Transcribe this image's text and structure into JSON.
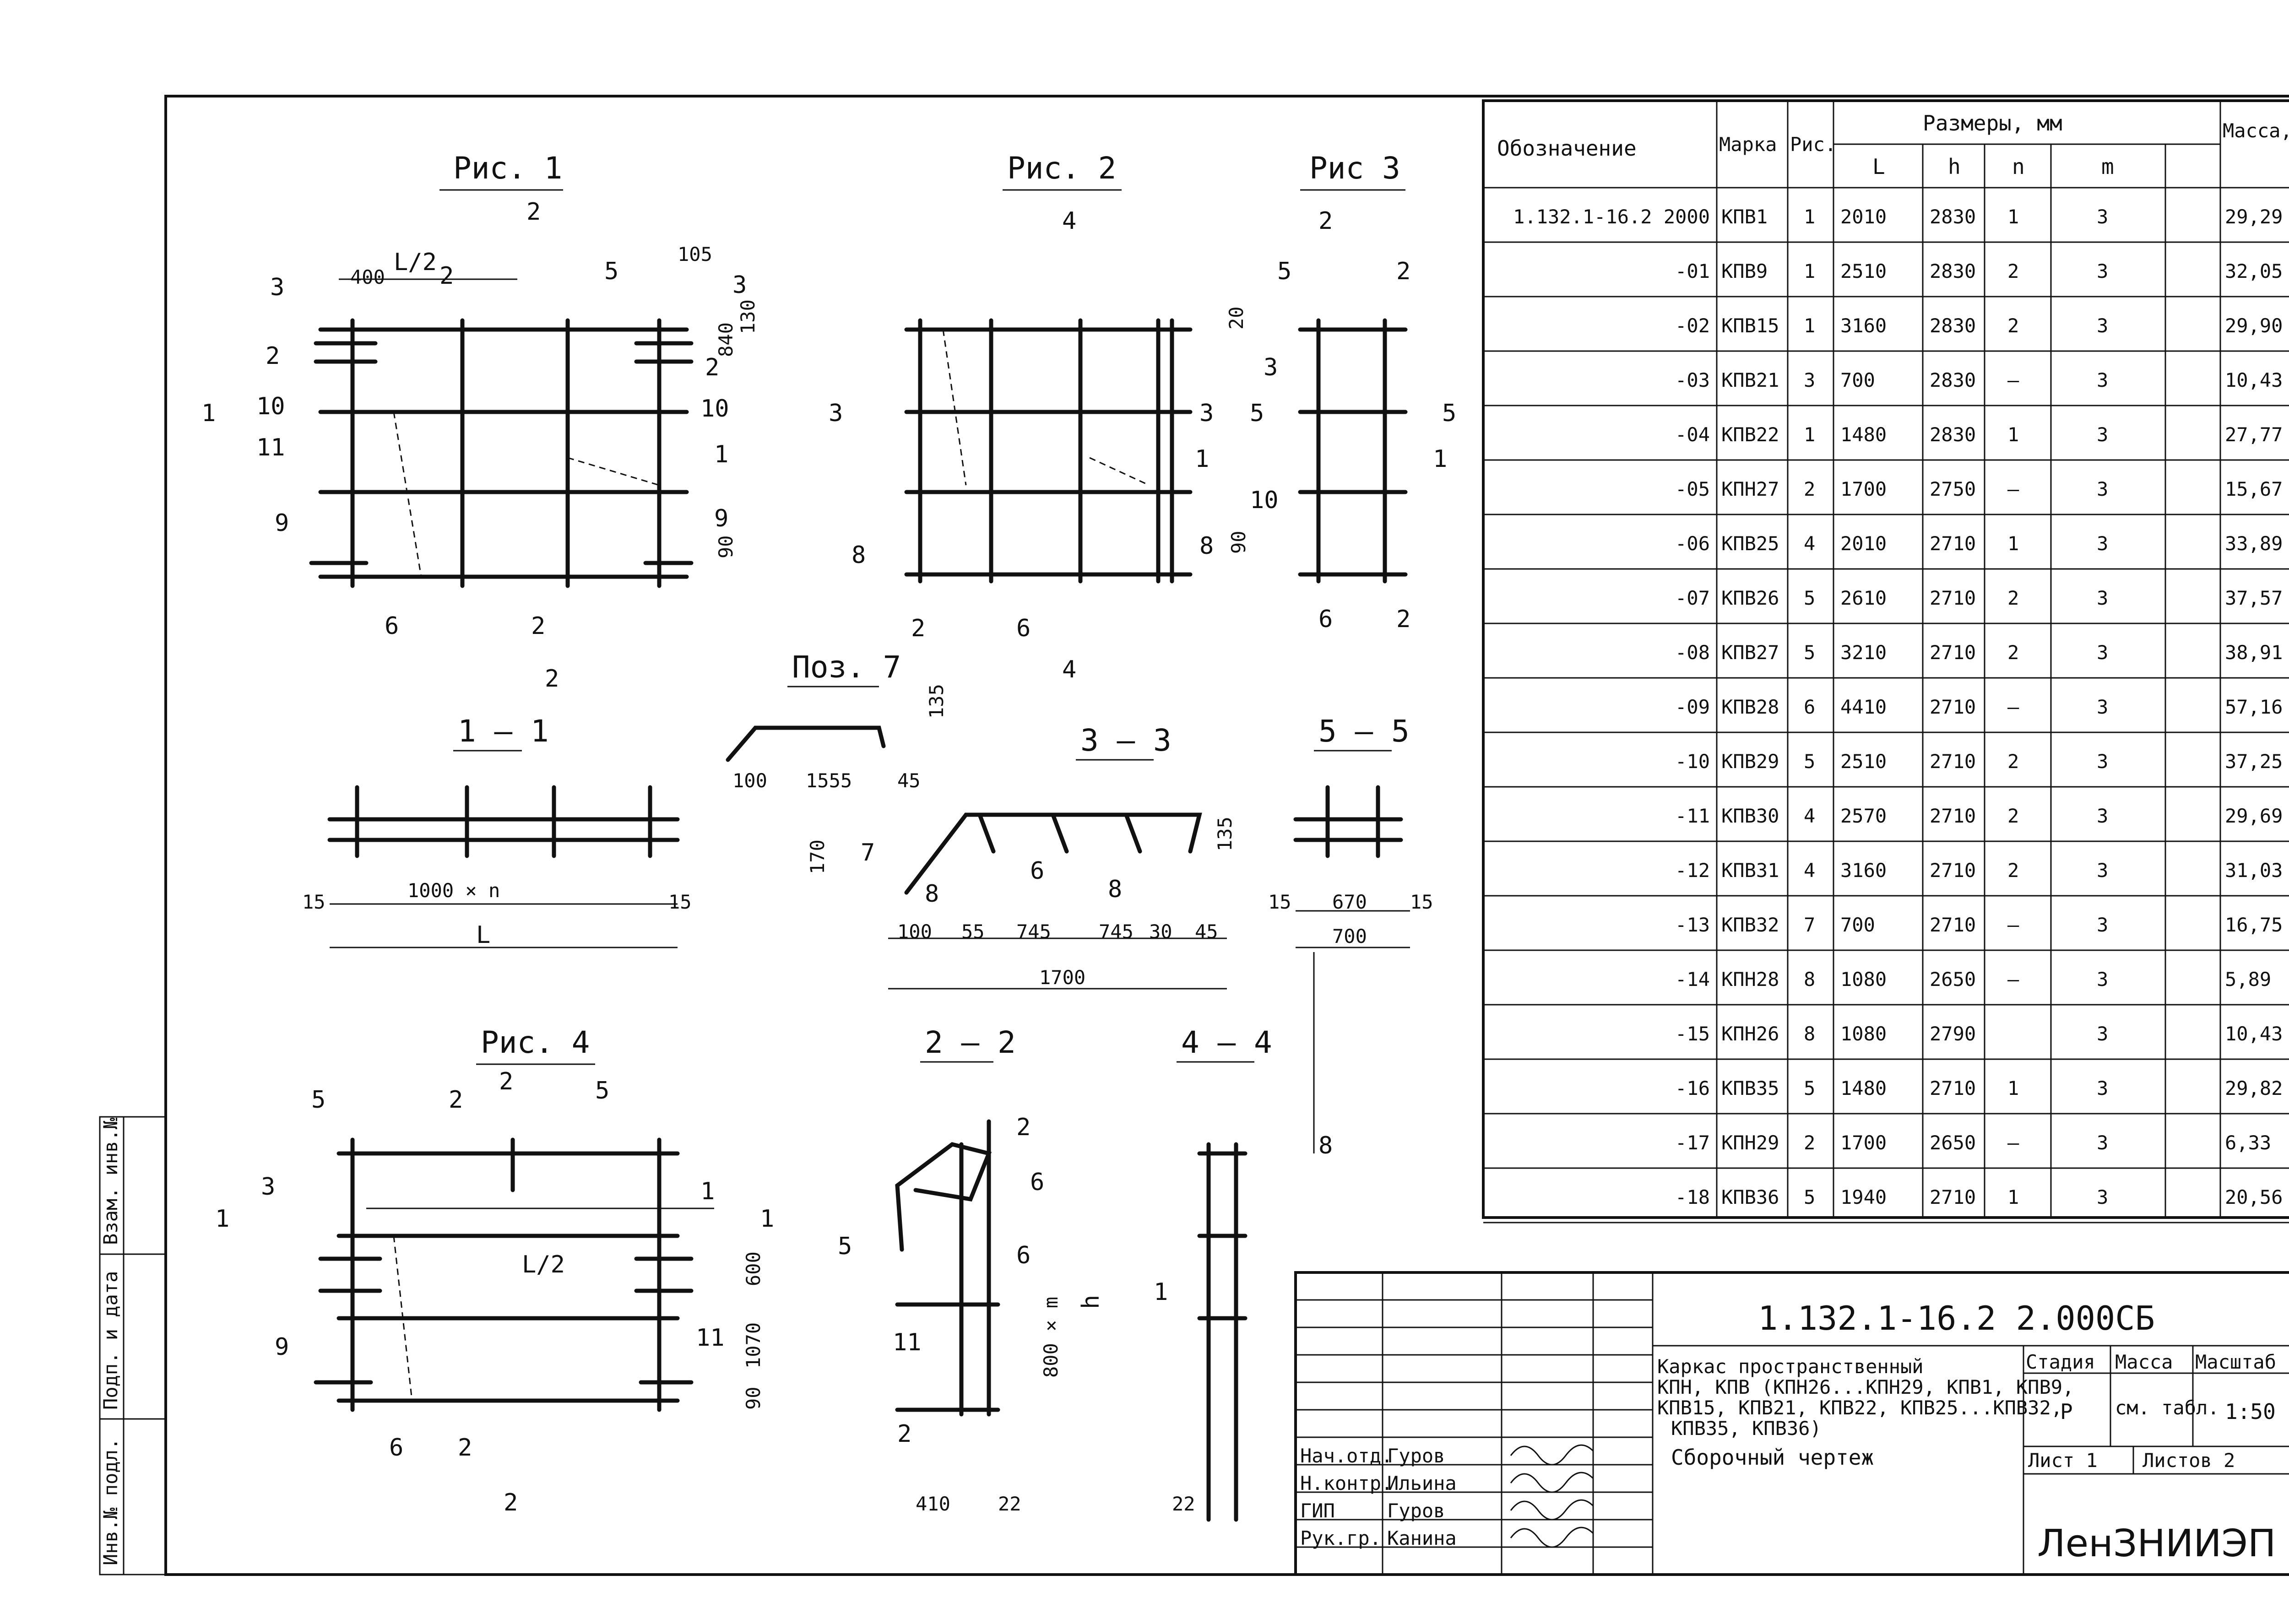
{
  "figure_titles": {
    "fig1": "Рис. 1",
    "fig2": "Рис. 2",
    "fig3": "Рис 3",
    "fig4": "Рис. 4",
    "pos7": "Поз. 7"
  },
  "sections": {
    "s11": "1 – 1",
    "s33": "3 – 3",
    "s55": "5 – 5",
    "s22": "2 – 2",
    "s44": "4 – 4"
  },
  "dims": {
    "l_half": "L/2",
    "d400": "400",
    "d105": "105",
    "d20": "20",
    "d130": "130",
    "d840": "840",
    "d90": "90",
    "d1000n": "1000 × n",
    "L": "L",
    "d15": "15",
    "d100": "100",
    "d1555": "1555",
    "d45": "45",
    "d135": "135",
    "d170": "170",
    "d55": "55",
    "d745": "745",
    "d30": "30",
    "d1700": "1700",
    "d670": "670",
    "d700": "700",
    "d600": "600",
    "d1070": "1070",
    "d800m": "800 × m",
    "h": "h",
    "d410": "410",
    "d22": "22"
  },
  "table": {
    "headers": {
      "designation": "Обозначение",
      "mark": "Марка",
      "fig": "Рис.",
      "sizes": "Размеры, мм",
      "L": "L",
      "h": "h",
      "n": "n",
      "m": "m",
      "mass": "Масса, кг"
    },
    "rows": [
      [
        "1.132.1-16.2 2000",
        "КПВ1",
        "1",
        "2010",
        "2830",
        "1",
        "3",
        "29,29"
      ],
      [
        "-01",
        "КПВ9",
        "1",
        "2510",
        "2830",
        "2",
        "3",
        "32,05"
      ],
      [
        "-02",
        "КПВ15",
        "1",
        "3160",
        "2830",
        "2",
        "3",
        "29,90"
      ],
      [
        "-03",
        "КПВ21",
        "3",
        "700",
        "2830",
        "—",
        "3",
        "10,43"
      ],
      [
        "-04",
        "КПВ22",
        "1",
        "1480",
        "2830",
        "1",
        "3",
        "27,77"
      ],
      [
        "-05",
        "КПН27",
        "2",
        "1700",
        "2750",
        "—",
        "3",
        "15,67"
      ],
      [
        "-06",
        "КПВ25",
        "4",
        "2010",
        "2710",
        "1",
        "3",
        "33,89"
      ],
      [
        "-07",
        "КПВ26",
        "5",
        "2610",
        "2710",
        "2",
        "3",
        "37,57"
      ],
      [
        "-08",
        "КПВ27",
        "5",
        "3210",
        "2710",
        "2",
        "3",
        "38,91"
      ],
      [
        "-09",
        "КПВ28",
        "6",
        "4410",
        "2710",
        "—",
        "3",
        "57,16"
      ],
      [
        "-10",
        "КПВ29",
        "5",
        "2510",
        "2710",
        "2",
        "3",
        "37,25"
      ],
      [
        "-11",
        "КПВ30",
        "4",
        "2570",
        "2710",
        "2",
        "3",
        "29,69"
      ],
      [
        "-12",
        "КПВ31",
        "4",
        "3160",
        "2710",
        "2",
        "3",
        "31,03"
      ],
      [
        "-13",
        "КПВ32",
        "7",
        "700",
        "2710",
        "—",
        "3",
        "16,75"
      ],
      [
        "-14",
        "КПН28",
        "8",
        "1080",
        "2650",
        "—",
        "3",
        "5,89"
      ],
      [
        "-15",
        "КПН26",
        "8",
        "1080",
        "2790",
        "",
        "3",
        "10,43"
      ],
      [
        "-16",
        "КПВ35",
        "5",
        "1480",
        "2710",
        "1",
        "3",
        "29,82"
      ],
      [
        "-17",
        "КПН29",
        "2",
        "1700",
        "2650",
        "—",
        "3",
        "6,33"
      ],
      [
        "-18",
        "КПВ36",
        "5",
        "1940",
        "2710",
        "1",
        "3",
        "20,56"
      ]
    ]
  },
  "title_block": {
    "doc_code": "1.132.1-16.2 2.000СБ",
    "name_lines": [
      "Каркас пространственный",
      "КПН, КПВ (КПН26...КПН29, КПВ1, КПВ9,",
      "КПВ15, КПВ21, КПВ22, КПВ25...КПВ32,",
      "КПВ35, КПВ36)"
    ],
    "drawing_type": "Сборочный чертеж",
    "stage_label": "Стадия",
    "mass_label": "Масса",
    "scale_label": "Масштаб",
    "stage": "Р",
    "mass": "см. табл.",
    "scale": "1:50",
    "sheet": "Лист 1",
    "sheets": "Листов 2",
    "org": "ЛенЗНИИЭП",
    "roles": [
      "Нач.отд.",
      "Н.контр.",
      "ГИП",
      "Рук.гр."
    ],
    "names": [
      "Гуров",
      "Ильина",
      "Гуров",
      "Канина"
    ]
  },
  "side_stamp": [
    "Инв.№ подл.",
    "Подп. и дата",
    "Взам. инв.№"
  ]
}
